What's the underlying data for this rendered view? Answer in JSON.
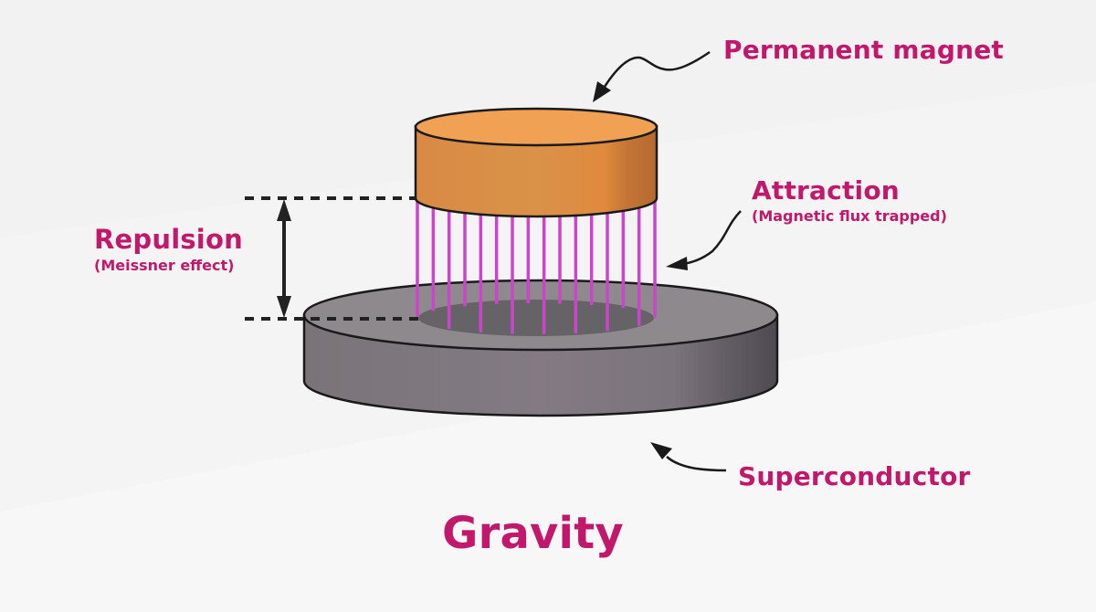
{
  "diagram": {
    "title": "Gravity",
    "labels": {
      "magnet": "Permanent magnet",
      "attraction": "Attraction",
      "attraction_note": "(Magnetic flux trapped)",
      "repulsion": "Repulsion",
      "repulsion_note": "(Meissner effect)",
      "superconductor": "Superconductor"
    },
    "colors": {
      "accent": "#c2186b",
      "magnet": "#e8964a",
      "magnet_top": "#f0a154",
      "superconductor": "#7e7880",
      "superconductor_top": "#8d888b",
      "flux_lines": "#cc44cc",
      "background": "#f4f4f5"
    },
    "flux_line_count": 16
  }
}
